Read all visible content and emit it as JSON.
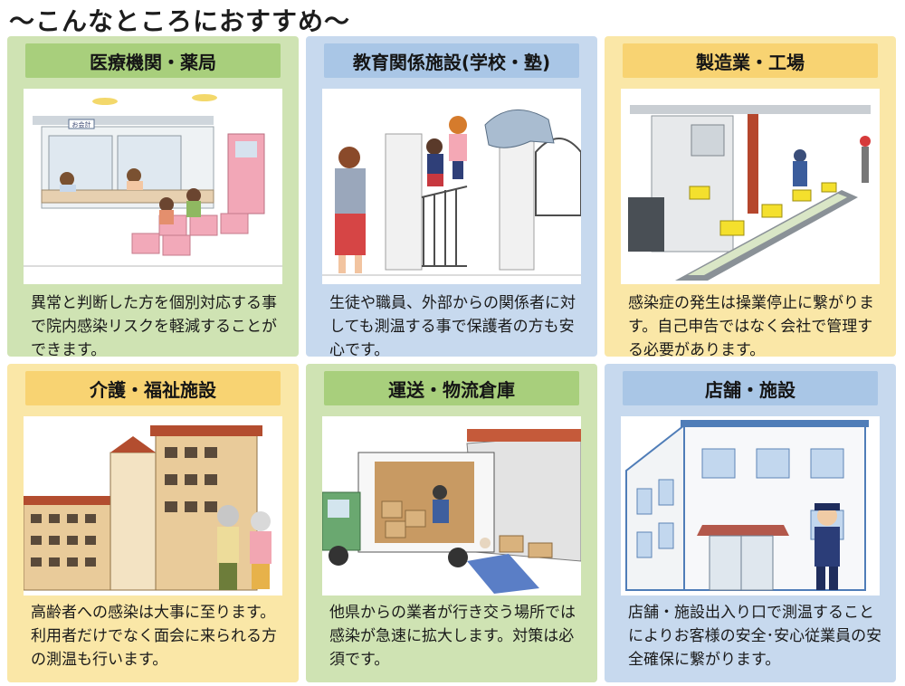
{
  "heading": "〜こんなところにおすすめ〜",
  "cards": [
    {
      "title": "医療機関・薬局",
      "desc": "異常と判断した方を個別対応する事で院内感染リスクを軽減することができます。",
      "sign": "お会計"
    },
    {
      "title": "教育関係施設(学校・塾)",
      "desc": "生徒や職員、外部からの関係者に対しても測温する事で保護者の方も安心です。"
    },
    {
      "title": "製造業・工場",
      "desc": "感染症の発生は操業停止に繋がります。自己申告ではなく会社で管理する必要があります。"
    },
    {
      "title": "介護・福祉施設",
      "desc": "高齢者への感染は大事に至ります。利用者だけでなく面会に来られる方の測温も行います。"
    },
    {
      "title": "運送・物流倉庫",
      "desc": "他県からの業者が行き交う場所では感染が急速に拡大します。対策は必須です。"
    },
    {
      "title": "店舗・施設",
      "desc": "店舗・施設出入り口で測温することによりお客様の安全･安心従業員の安全確保に繋がります。"
    }
  ],
  "colors": {
    "green": "#cfe3b3",
    "blue": "#c7d9ee",
    "yellow": "#fae7a7"
  }
}
